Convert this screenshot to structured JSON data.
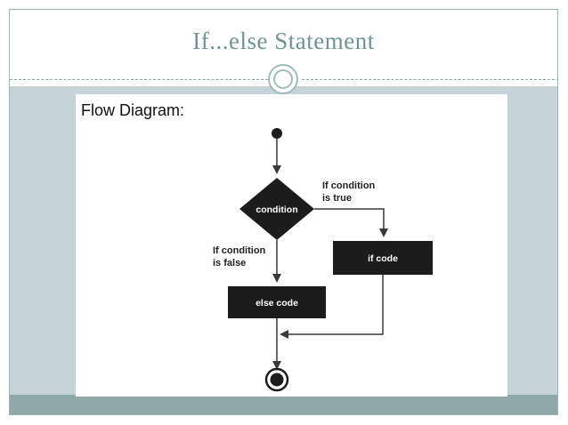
{
  "slide": {
    "title": "If...else  Statement"
  },
  "diagram": {
    "heading": "Flow Diagram:",
    "decision_label": "condition",
    "true_label_line1": "If condition",
    "true_label_line2": "is true",
    "false_label_line1": "If condition",
    "false_label_line2": "is false",
    "if_box_label": "if code",
    "else_box_label": "else code"
  },
  "colors": {
    "title": "#6f9494",
    "body_background": "#c5d2d8",
    "footer_band": "#8fa9a9",
    "node_fill": "#1c1c1c",
    "arrow": "#3a3a3a"
  }
}
